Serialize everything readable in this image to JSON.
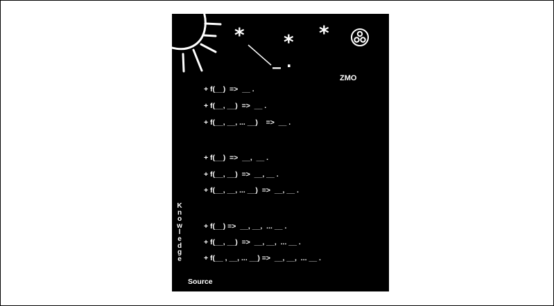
{
  "diagram": {
    "label_zmo": "ZMO",
    "symbols": {
      "star": "*",
      "short_line": "_",
      "dot": "."
    },
    "groups": [
      {
        "rows": [
          "+ f(__)  =>  __ .",
          "+ f(__, __)  =>  __ .",
          "+ f(__, __, ... __)    =>  __ ."
        ]
      },
      {
        "rows": [
          "+ f(__)  =>  __,  __ .",
          "+ f(__, __)  =>  __, __ .",
          "+ f(__, __, ... __)  =>  __, __ ."
        ]
      },
      {
        "rows": [
          "+ f(__) =>  __, __,  ... __ .",
          "+ f(__, __)  =>  __, __,  ... __ .",
          "+ f(__ , __, ... __) =>  __, __,  ... __ ."
        ]
      }
    ],
    "vertical_word": "Knowledge",
    "source_label": "Source"
  },
  "colors": {
    "page": "#ffffff",
    "panel": "#000000",
    "text": "#ffffff",
    "border": "#000000"
  },
  "icons": {
    "sun": "sun-icon",
    "orb": "triple-circle-icon"
  }
}
